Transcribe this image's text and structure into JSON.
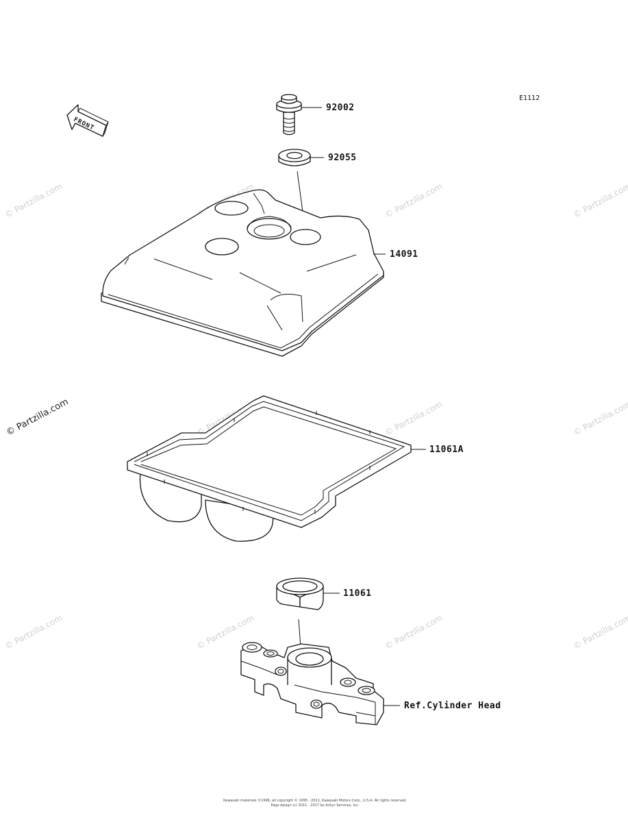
{
  "diagram_code": "E1112",
  "front_arrow_label": "FRONT",
  "parts": [
    {
      "number": "92002"
    },
    {
      "number": "92055"
    },
    {
      "number": "14091"
    },
    {
      "number": "11061A"
    },
    {
      "number": "11061"
    },
    {
      "number": "Ref.Cylinder Head"
    }
  ],
  "watermark": "© Partzilla.com",
  "footer": {
    "line1": "Kawasaki materials ©1996, all copyright © 1995 - 2011, Kawasaki Motors Corp., U.S.A. All rights reserved.",
    "line2": "Page design (c) 2011 - 2017 by Arilyn Services, Inc."
  }
}
